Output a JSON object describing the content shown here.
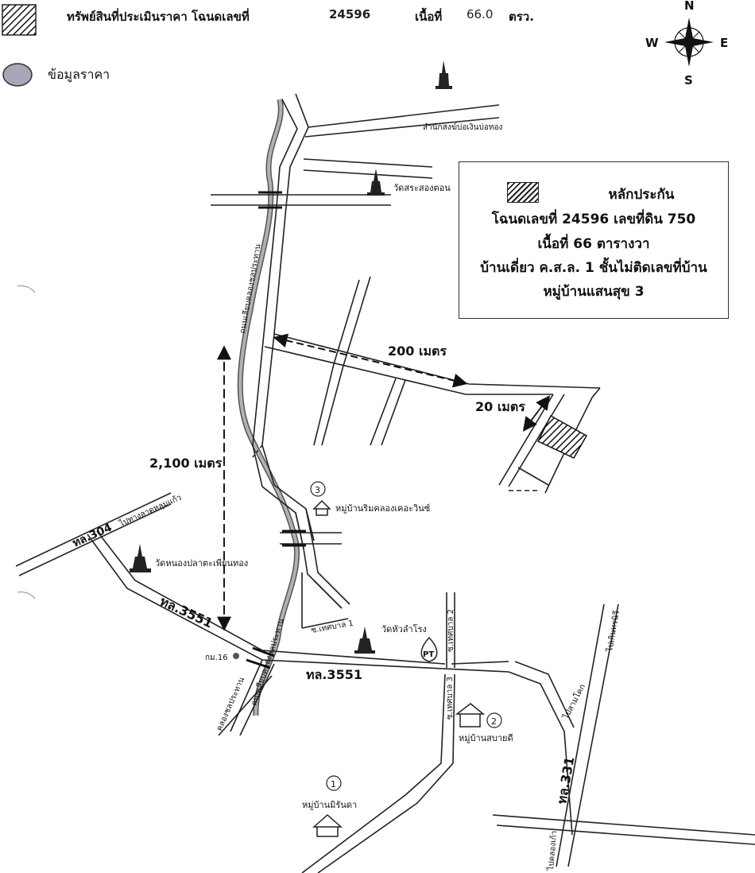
{
  "header": {
    "legend_label": "ทรัพย์สินที่ประเมินราคา โฉนดเลขที่",
    "deed_number": "24596",
    "area_label": "เนื้อที่",
    "area_value": "66.0",
    "area_unit": "ตรว.",
    "price_legend_label": "ข้อมูลราคา"
  },
  "compass": {
    "n": "N",
    "s": "S",
    "e": "E",
    "w": "W"
  },
  "legend_box": {
    "title": "หลักประกัน",
    "line1": "โฉนดเลขที่ 24596 เลขที่ดิน 750",
    "line2": "เนื้อที่ 66 ตารางวา",
    "line3": "บ้านเดี่ยว ค.ส.ล. 1 ชั้นไม่ติดเลขที่บ้าน",
    "line4": "หมู่บ้านแสนสุข 3"
  },
  "distances": {
    "d200": "200 เมตร",
    "d20": "20 เมตร",
    "d2100": "2,100 เมตร"
  },
  "places": {
    "temple1": "สำนักสงฆ์บ่อเงินบ่อทอง",
    "temple2": "วัดสระสองตอน",
    "temple3": "วัดหนองปลาตะเพียนทอง",
    "temple4": "วัดหัวลำโรง",
    "village3": "หมู่บ้านริมคลองเคอะวินซ์",
    "village2": "หมู่บ้านสบายดี",
    "village1": "หมู่บ้านมิรันดา",
    "km16": "กม.16",
    "canal_road": "ถนนเลียบคลองชลประทาน",
    "canal_road2": "ถนนเลียบคลองชลประทาน",
    "canal": "คลองชลประทาน",
    "to_lat_lum": "ไปทางลาดหลุมแก้ว",
    "to_pathum": "ไปสามโคก",
    "to_south": "ไปคลองเก้า",
    "to_north_east": "ไปเกินทรนิวี",
    "soi_thetsaban1": "ซ.เทศบาล 1",
    "soi_thetsaban2": "ซ.เทศบาล 2",
    "soi_thetsaban3": "ซ.เทศบาล 3",
    "pt_label": "PT"
  },
  "roads": {
    "r304": "ทล.304",
    "r3551_a": "ทล.3551",
    "r3551_b": "ทล.3551",
    "r331": "ทล.331"
  },
  "markers": {
    "m1": "1",
    "m2": "2",
    "m3": "3"
  }
}
